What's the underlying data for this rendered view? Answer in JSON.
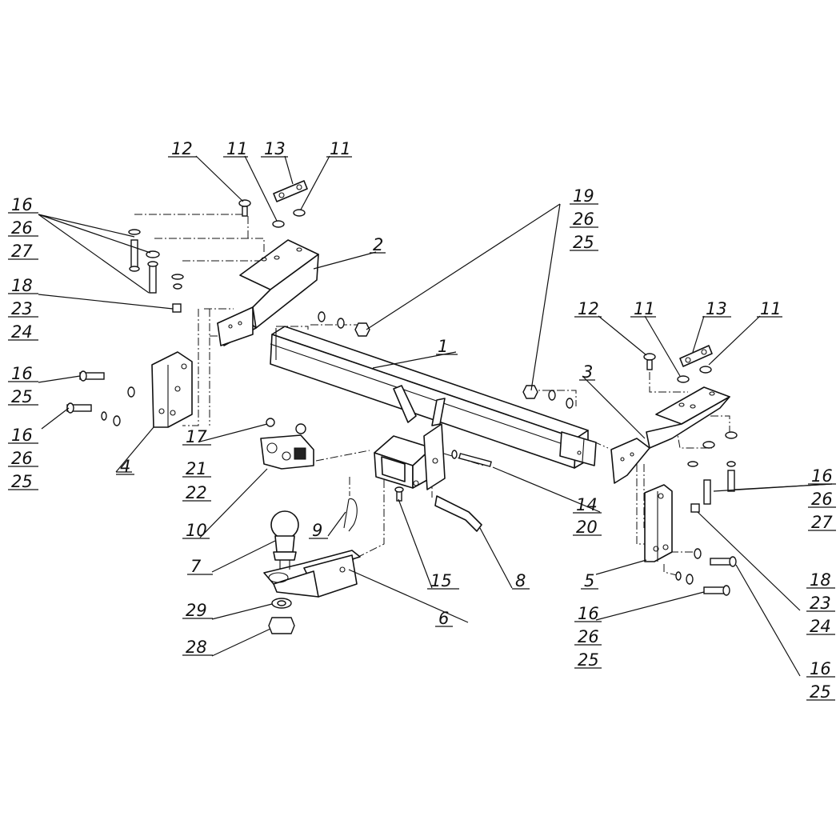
{
  "diagram": {
    "callouts": [
      {
        "id": "c1",
        "lines": [
          "1"
        ]
      },
      {
        "id": "c2",
        "lines": [
          "2"
        ]
      },
      {
        "id": "c3",
        "lines": [
          "3"
        ]
      },
      {
        "id": "c4",
        "lines": [
          "4"
        ]
      },
      {
        "id": "c5",
        "lines": [
          "5"
        ]
      },
      {
        "id": "c6",
        "lines": [
          "6"
        ]
      },
      {
        "id": "c7",
        "lines": [
          "7"
        ]
      },
      {
        "id": "c8",
        "lines": [
          "8"
        ]
      },
      {
        "id": "c9",
        "lines": [
          "9"
        ]
      },
      {
        "id": "c10",
        "lines": [
          "10"
        ]
      },
      {
        "id": "c11a",
        "lines": [
          "11"
        ]
      },
      {
        "id": "c11b",
        "lines": [
          "11"
        ]
      },
      {
        "id": "c11c",
        "lines": [
          "11"
        ]
      },
      {
        "id": "c11d",
        "lines": [
          "11"
        ]
      },
      {
        "id": "c12a",
        "lines": [
          "12"
        ]
      },
      {
        "id": "c12b",
        "lines": [
          "12"
        ]
      },
      {
        "id": "c13a",
        "lines": [
          "13"
        ]
      },
      {
        "id": "c13b",
        "lines": [
          "13"
        ]
      },
      {
        "id": "c14",
        "lines": [
          "14",
          "20"
        ]
      },
      {
        "id": "c15",
        "lines": [
          "15"
        ]
      },
      {
        "id": "c16a",
        "lines": [
          "16",
          "26",
          "27"
        ]
      },
      {
        "id": "c16b",
        "lines": [
          "16",
          "25"
        ]
      },
      {
        "id": "c16c",
        "lines": [
          "16",
          "26",
          "25"
        ]
      },
      {
        "id": "c16d",
        "lines": [
          "16",
          "26",
          "27"
        ]
      },
      {
        "id": "c16e",
        "lines": [
          "16",
          "26",
          "25"
        ]
      },
      {
        "id": "c16f",
        "lines": [
          "16",
          "25"
        ]
      },
      {
        "id": "c17",
        "lines": [
          "17",
          "21",
          "22"
        ]
      },
      {
        "id": "c18a",
        "lines": [
          "18",
          "23",
          "24"
        ]
      },
      {
        "id": "c18b",
        "lines": [
          "18",
          "23",
          "24"
        ]
      },
      {
        "id": "c19",
        "lines": [
          "19",
          "26",
          "25"
        ]
      },
      {
        "id": "c28",
        "lines": [
          "28"
        ]
      },
      {
        "id": "c29",
        "lines": [
          "29"
        ]
      }
    ]
  }
}
